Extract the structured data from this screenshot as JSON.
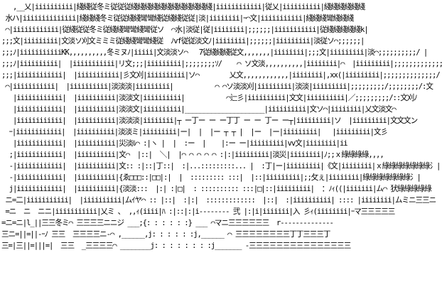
{
  "art": {
    "lines": [
      "   ,__乂|iiiiiiiiii|綫綫従冬ミ従従従綫綫綫綫綫綫綫綫綫綫綫綫|iiiiiiiiiiii|従乂|iiiiiiiiii|綫綫綫綫綫綫",
      " 水ハ|iiiiiiiiiiiiii|綫綫綫冬ミ従従綫綫彎彎綫従綫綫従従|淡|iiiiiiii|ｰ⌒文|iiiiiiiiiii|綫綫綫彎綫綫綫",
      " ⌒|iiiiiiiiiiii|従綫従従冬ミ従綫綫彎彎綫彎従ソ  ⌒水|淡従|従|iiiiiiii|;;;;;;|iiiiiiiiiii|従綫綫綫綫綫k|",
      ";;;文|iiiiiiiii|文淡ソ刈文ミミミ従綫綫彎彎綫従  ﾉvf従従淡文ﾉ|iiiiiiii|;;;;;;|iiiiiiiii|淡従ソ⌒;;;;;;|",
      ";;;ﾉ|iiiiiiiiiiiKK,,,,,,,,,,冬ミヌﾉ|iiiii|文淡淡ソ⌒   7従綫綫綫従文,,,,,,,|iiiiiiii|;;;文|iiiiiiiii|淡⌒;;;;;;;;;;/ |",
      ";;;ﾉ|iiiiiiiiii|  |iiiiiiiiiii|リ文;;;|iiiiiiiii|;;;;;;;;ｿ/    ⌒ ソ文淡,,,,,,,,,,|iiiiiiii|⌒  |iiiiiiiii|;;;;;;;;;;;;;;／＿/|",
      ";;;|iiiiiiiiiiii|  |iiiiiiiiiii|彡文刈|iiiiiiiiii|ソ⌒        乂文,,,,,,,,,,,,|iiiiiiii|,xx(|iiiiiiiii|;;;;;;;;;;;;;;/  ハ",
      " ⌒|iiiiiiiiiii|  |iiiiiiiiii|淡淡淡|iiiiiiiii|           ⌒ ⌒ソ淡淡刈|iiiiiiiii|淡淡|iiiiiiiii|;;;;;;;;;/;;;;;;;;/:文",
      "   |iiiiiiiiiiii|  |iiiiiiiiii|淡淡文|iiiiiiiiii|           ⌒辷彡|iiiiiiiiii|文文|iiiiiiiiii|／;;;;;;;;;/::文刈ﾉ",
      "   |iiiiiiiiiiii|  |iiiiiiiiii|淡淡文|iiiiiiiiii|_____________________|iiiiiiiiii|文ソ⌒|iiiiiiii|乂文淡文⌒",
      "   |iiiiiiiiiiii|  |iiiiiiiiii|淡淡淡|iiiiiiii|┬ ー丁ー ー ー丁丁 ー ー 丁ー ー┬|iiiiiiiii|ソ  |iiiiiiiii|文文文ン",
      "  ｰ|iiiiiiiiiiii|  |iiiiiiiiii|淡淡ミ|iiiiiiiii|ー|  |  |ー ┬ ┬ |  |ー  |ー|iiiiiiiii|   |iiiiiiiii|文彡",
      "   |iiiiiiiiiiii|  |iiiiiiiiii|災淡ﾙ⌒ :|ヽ |  |  :ー  |    |:ー ー|iiiiiiiii|vv文|iiiiiiii|ii",
      "  ;|iiiiiiiiiiii|  |iiiiiiiiii|文⌒  |::|  ＼|  |⌒ ⌒ ⌒ ⌒ ⌒ :|:|iiiiiiiii|淡災|iiiiiiii|ﾉ;;ｘ綠綠綠綠,,,,",
      "  -|iiiiiiiiiiii|  |iiiiiiiiii|文:: :|::|丁::|  :|...:::::::::... |  :丁|ー|iiiiiiiii|《文|iiiiiiii|ｘ綠綠綠綠綠綠綠氵|",
      "  -|iiiiiiiiiiii|  |iiiiiiiiii|{ゑ□□□::|□□|:|  |  ::::::::: :::|  |::|iiiiiiiii|;;攵ぇ|iiiiiiii|綠綠綠綠綠綠綠氵|",
      "  j|iiiiiiiiiiii|  |iiiiiiiiii|{淡淡:::  |:| :|□|  : :::::::::: :::|□|::|iiiiiiiii|  ：ﾉｨ((|iiiiiii|ム⌒ 犾綠綠綠綠綠",
      " ニ=二|iiiiiiiiiii|  |iiiiiiiiii|ムｲヤ⌒ :: |::|  :|:|  :::::::::::::  |::|  :|iiiiiiiiii| :::: |iiiiiiii|ムミニ三三ニ",
      " =ニ  ニ  ニニ|iiiiiiiiiii|乂ミ ､  ,,ｨ(iiii|ﾊ :|::|:|i-------- 弐 |:|i|iiiiiii|入 彡ｨ(iiiiiiii|ｰマ三三三三三",
      "=ニ=ニ|l_||三三冬ミ⌒ 三三三三ニニジ ___;{: : : : : :} ___ ⌒マニ三三三三三三  r‐‐‐‐‐‐‐‐‐‐‐‐‐‐",
      "三ニ=||=||-ｰﾉ 三三  三三三三ニ-⌒ ,______,j: : : : : :j,______ ⌒ 三三三三三三三三丁丁三三三丁",
      "三=|三||=|||=|  三三  _三三三三⌒ ________j: : : : : : : :j_______ -三三三三三三三三三三三三三三三"
    ]
  }
}
